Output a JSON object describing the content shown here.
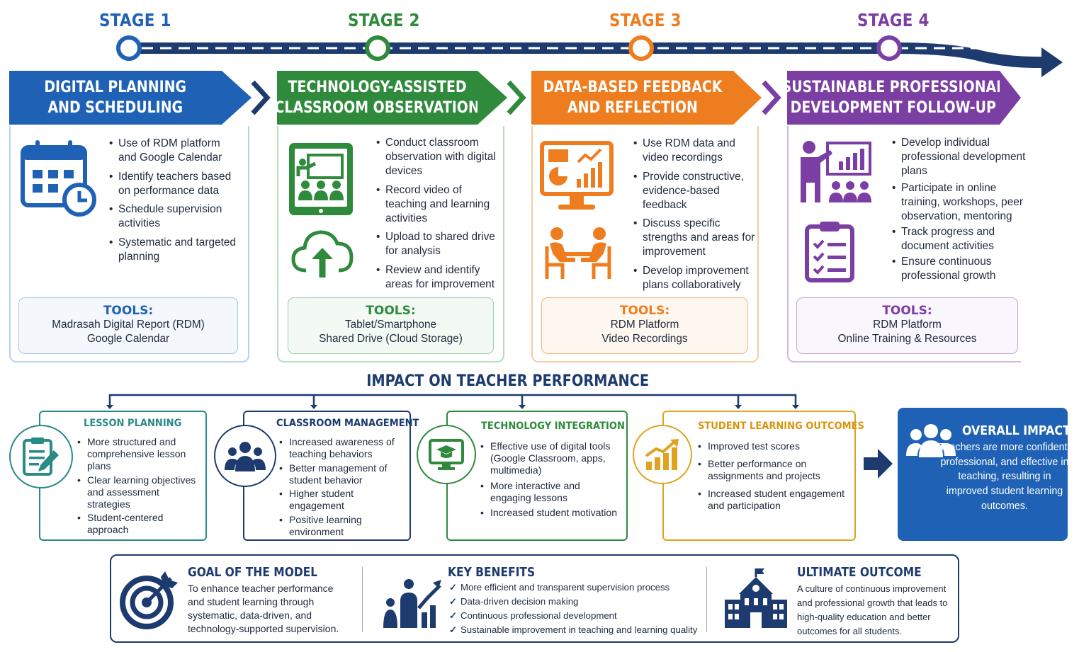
{
  "colors": {
    "blue": "#1f62b5",
    "green": "#2f8a3c",
    "orange": "#ee7d1f",
    "purple": "#7b3ea3",
    "navy": "#1d3b6e",
    "gold": "#e0a320"
  },
  "stages": [
    {
      "label": "STAGE 1",
      "title_lines": [
        "DIGITAL PLANNING",
        "AND SCHEDULING"
      ],
      "bullets": [
        "Use of RDM platform and Google Calendar",
        "Identify teachers based on performance data",
        "Schedule supervision activities",
        "Systematic and targeted planning"
      ],
      "tools_title": "TOOLS:",
      "tools": [
        "Madrasah Digital Report (RDM)",
        "Google Calendar"
      ],
      "icons": [
        "calendar-clock-icon"
      ]
    },
    {
      "label": "STAGE 2",
      "title_lines": [
        "TECHNOLOGY-ASSISTED",
        "CLASSROOM OBSERVATION"
      ],
      "bullets": [
        "Conduct classroom observation with digital devices",
        "Record video of teaching and learning activities",
        "Upload to shared drive for analysis",
        "Review and identify areas for improvement"
      ],
      "tools_title": "TOOLS:",
      "tools": [
        "Tablet/Smartphone",
        "Shared Drive (Cloud Storage)"
      ],
      "icons": [
        "tablet-classroom-icon",
        "cloud-upload-icon"
      ]
    },
    {
      "label": "STAGE 3",
      "title_lines": [
        "DATA-BASED FEEDBACK",
        "AND REFLECTION"
      ],
      "bullets": [
        "Use RDM data and video recordings",
        "Provide constructive, evidence-based feedback",
        "Discuss specific strengths and areas for improvement",
        "Develop improvement plans collaboratively"
      ],
      "tools_title": "TOOLS:",
      "tools": [
        "RDM Platform",
        "Video Recordings"
      ],
      "icons": [
        "monitor-charts-icon",
        "meeting-table-icon"
      ]
    },
    {
      "label": "STAGE 4",
      "title_lines": [
        "SUSTAINABLE PROFESSIONAL",
        "DEVELOPMENT FOLLOW-UP"
      ],
      "bullets": [
        "Develop individual professional development plans",
        "Participate in online training, workshops, peer observation, mentoring",
        "Track progress and document activities",
        "Ensure continuous professional growth"
      ],
      "tools_title": "TOOLS:",
      "tools": [
        "RDM Platform",
        "Online Training & Resources"
      ],
      "icons": [
        "presenter-icon",
        "checklist-icon"
      ]
    }
  ],
  "impact": {
    "title": "IMPACT ON TEACHER PERFORMANCE",
    "cards": [
      {
        "title": "LESSON PLANNING",
        "bullets": [
          "More structured and comprehensive lesson plans",
          "Clear learning objectives and assessment strategies",
          "Student-centered approach"
        ],
        "icon": "clipboard-pencil-icon"
      },
      {
        "title": "CLASSROOM MANAGEMENT",
        "bullets": [
          "Increased awareness of teaching behaviors",
          "Better management of student behavior",
          "Higher student engagement",
          "Positive learning environment"
        ],
        "icon": "group-icon"
      },
      {
        "title": "TECHNOLOGY INTEGRATION",
        "bullets": [
          "Effective use of digital tools (Google Classroom, apps, multimedia)",
          "More interactive and engaging lessons",
          "Increased student motivation"
        ],
        "icon": "monitor-graduation-icon"
      },
      {
        "title": "STUDENT LEARNING OUTCOMES",
        "bullets": [
          "Improved test scores",
          "Better performance on assignments and projects",
          "Increased student engagement and participation"
        ],
        "icon": "growth-chart-icon"
      }
    ],
    "overall": {
      "title": "OVERALL IMPACT",
      "text": "Teachers are more confident, professional, and effective in teaching, resulting in improved student learning outcomes.",
      "icon": "people-icon"
    }
  },
  "bottom": {
    "goal": {
      "title": "GOAL OF THE MODEL",
      "text": "To enhance teacher performance and student learning through systematic, data-driven, and technology-supported supervision.",
      "icon": "target-icon"
    },
    "benefits": {
      "title": "KEY BENEFITS",
      "items": [
        "More efficient and transparent supervision process",
        "Data-driven decision making",
        "Continuous professional development",
        "Sustainable improvement in teaching and learning quality"
      ],
      "icon": "growth-people-icon"
    },
    "outcome": {
      "title": "ULTIMATE OUTCOME",
      "text": "A culture of continuous improvement and professional growth that leads to high-quality education and better outcomes for all students.",
      "icon": "school-icon"
    }
  }
}
